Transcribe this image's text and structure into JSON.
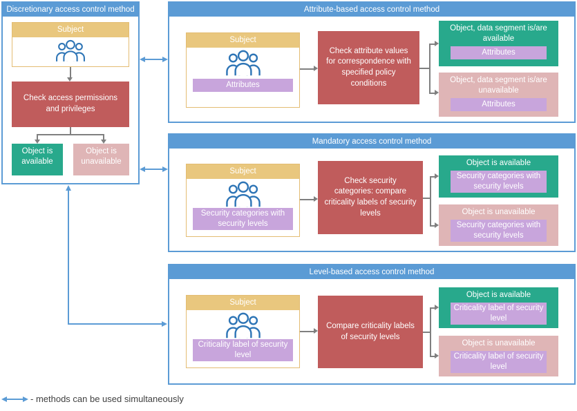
{
  "colors": {
    "blue": "#5B9BD5",
    "gold": "#E9C77E",
    "gold_border": "#E3BC72",
    "red": "#C05C5C",
    "green": "#28A98C",
    "pink": "#DFB5B6",
    "purple": "#C8A5DC",
    "gray": "#7F7F7F",
    "icon_blue": "#2E75B6",
    "text_dark": "#3F3F3F"
  },
  "legend": {
    "text": "- methods can be used simultaneously"
  },
  "panels": {
    "discretionary": {
      "title": "Discretionary access control method",
      "subject_label": "Subject",
      "process": "Check access permissions and privileges",
      "available": {
        "title": "Object is available"
      },
      "unavailable": {
        "title": "Object is unavailable"
      }
    },
    "attribute": {
      "title": "Attribute-based access control method",
      "subject_label": "Subject",
      "subject_tag": "Attributes",
      "process": "Check attribute values for correspondence with specified policy conditions",
      "available": {
        "title": "Object, data segment is/are available",
        "tag": "Attributes"
      },
      "unavailable": {
        "title": "Object, data segment is/are unavailable",
        "tag": "Attributes"
      }
    },
    "mandatory": {
      "title": "Mandatory access control method",
      "subject_label": "Subject",
      "subject_tag": "Security categories with security levels",
      "process": "Check security categories: compare criticality labels of security levels",
      "available": {
        "title": "Object is available",
        "tag": "Security categories with security levels"
      },
      "unavailable": {
        "title": "Object is unavailable",
        "tag": "Security categories with security levels"
      }
    },
    "level": {
      "title": "Level-based access control method",
      "subject_label": "Subject",
      "subject_tag": "Criticality label of security level",
      "process": "Compare criticality labels of security levels",
      "available": {
        "title": "Object is available",
        "tag": "Criticality label of security level"
      },
      "unavailable": {
        "title": "Object is unavailable",
        "tag": "Criticality label of security level"
      }
    }
  }
}
